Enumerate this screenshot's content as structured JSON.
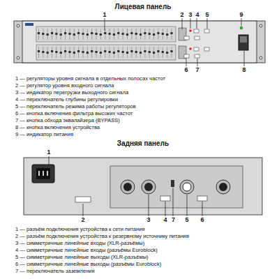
{
  "diagram": {
    "labels": [
      "Лицевая панель",
      "1",
      "2",
      "3",
      "4",
      "5",
      "9",
      "6",
      "7",
      "8",
      "1 — регуляторы уровня сигнала в отдельных полосах частот",
      "2 — регулятор уровня входного сигнала",
      "3 — индикатор перегрузки выходного сигнала",
      "4 — переключатель глубины регулировки",
      "5 — переключатель режима работы регуляторов",
      "6 — кнопка включения фильтра высоких частот",
      "7 — кнопка обхода эквалайзера (BYPASS)",
      "8 — кнопка включения устройства",
      "9 — индикатор питания",
      "Задняя панель",
      "1",
      "2",
      "3",
      "4",
      "7",
      "5",
      "6",
      "1 — разъём подключения устройства к сети питания",
      "2 — разъём подключения устройства к резервному источнику питания",
      "3 — симметричные линейные входы (XLR-разъёмы)",
      "4 — симметричные линейные входы (разъёмы Euroblock)",
      "5 — симметричные линейные выходы (XLR-разъёмы)",
      "6 — симметричные линейные выходы (разъёмы Euroblock)",
      "7 — переключатель заземления"
    ]
  }
}
